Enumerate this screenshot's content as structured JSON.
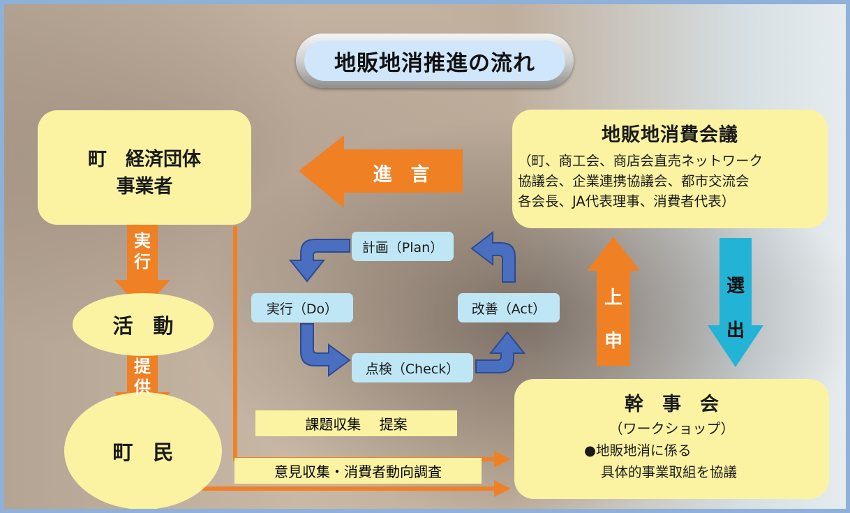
{
  "title": "地販地消推進の流れ",
  "council": {
    "name": "地販地消費会議",
    "members": [
      "（町、商工会、商店会直売ネットワーク",
      "協議会、企業連携協議会、都市交流会",
      "各会長、JA代表理事、消費者代表）"
    ]
  },
  "town_org": {
    "line1": "町　経済団体",
    "line2": "事業者"
  },
  "activity": "活　動",
  "citizens": "町　民",
  "steering": {
    "name": "幹　事　会",
    "subtitle": "（ワークショップ）",
    "line1": "●地販地消に係る",
    "line2": "具体的事業取組を協議"
  },
  "pdca": {
    "plan": "計画（Plan）",
    "do": "実行（Do）",
    "check": "点検（Check）",
    "act": "改善（Act）"
  },
  "arrows": {
    "advice": "進　言",
    "report": [
      "上",
      "申"
    ],
    "elect": [
      "選",
      "出"
    ],
    "execute": [
      "実",
      "行"
    ],
    "provide": [
      "提",
      "供"
    ]
  },
  "labels": {
    "collect_issues": "課題収集　 提案",
    "opinion_survey": "意見収集・消費者動向調査"
  },
  "colors": {
    "orange": "#f08024",
    "cyan": "#22b3d6",
    "blue": "#3a5dae",
    "yellow": "#fbf3a2",
    "light_blue": "#bfe6f4"
  }
}
